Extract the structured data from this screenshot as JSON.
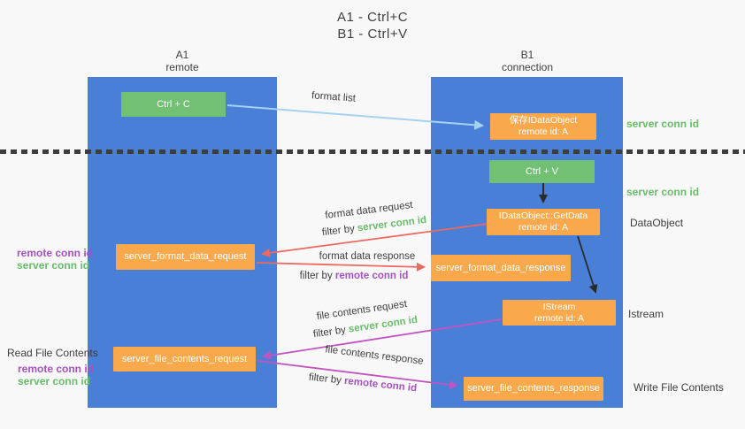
{
  "title": {
    "line1": "A1 - Ctrl+C",
    "line2": "B1 - Ctrl+V"
  },
  "columns": {
    "left": {
      "id": "A1",
      "label": "remote"
    },
    "right": {
      "id": "B1",
      "label": "connection"
    }
  },
  "boxes": {
    "ctrl_c": "Ctrl + C",
    "ctrl_v": "Ctrl + V",
    "save_dataobject": {
      "title": "保存IDataObject",
      "subtitle": "remote id: A"
    },
    "getdata": {
      "title": "IDataObject::GetData",
      "subtitle": "remote id: A"
    },
    "istream": {
      "title": "IStream",
      "subtitle": "remote id: A"
    },
    "server_format_data_request": "server_format_data_request",
    "server_format_data_response": "server_format_data_response",
    "server_file_contents_request": "server_file_contents_request",
    "server_file_contents_response": "server_file_contents_response"
  },
  "labels": {
    "format_list": "format list",
    "format_data_request": "format data request",
    "format_data_response": "format data response",
    "file_contents_request": "file contents request",
    "file_contents_response": "file contents response",
    "filter_by": "filter by",
    "server_conn_id": "server conn id",
    "remote_conn_id": "remote conn id",
    "dataobject": "DataObject",
    "istream": "Istream",
    "read_file_contents": "Read File Contents",
    "write_file_contents": "Write File Contents"
  },
  "colors": {
    "lane_blue": "#4a7fd8",
    "box_green": "#71c074",
    "box_orange": "#f9a94b",
    "arrow_red": "#ed685d",
    "arrow_magenta": "#c253c2",
    "arrow_lightblue": "#a4d2f0",
    "arrow_black": "#2a2a2a",
    "text_green": "#67bd68",
    "text_purple": "#a551c1",
    "background": "#f8f8f8"
  }
}
